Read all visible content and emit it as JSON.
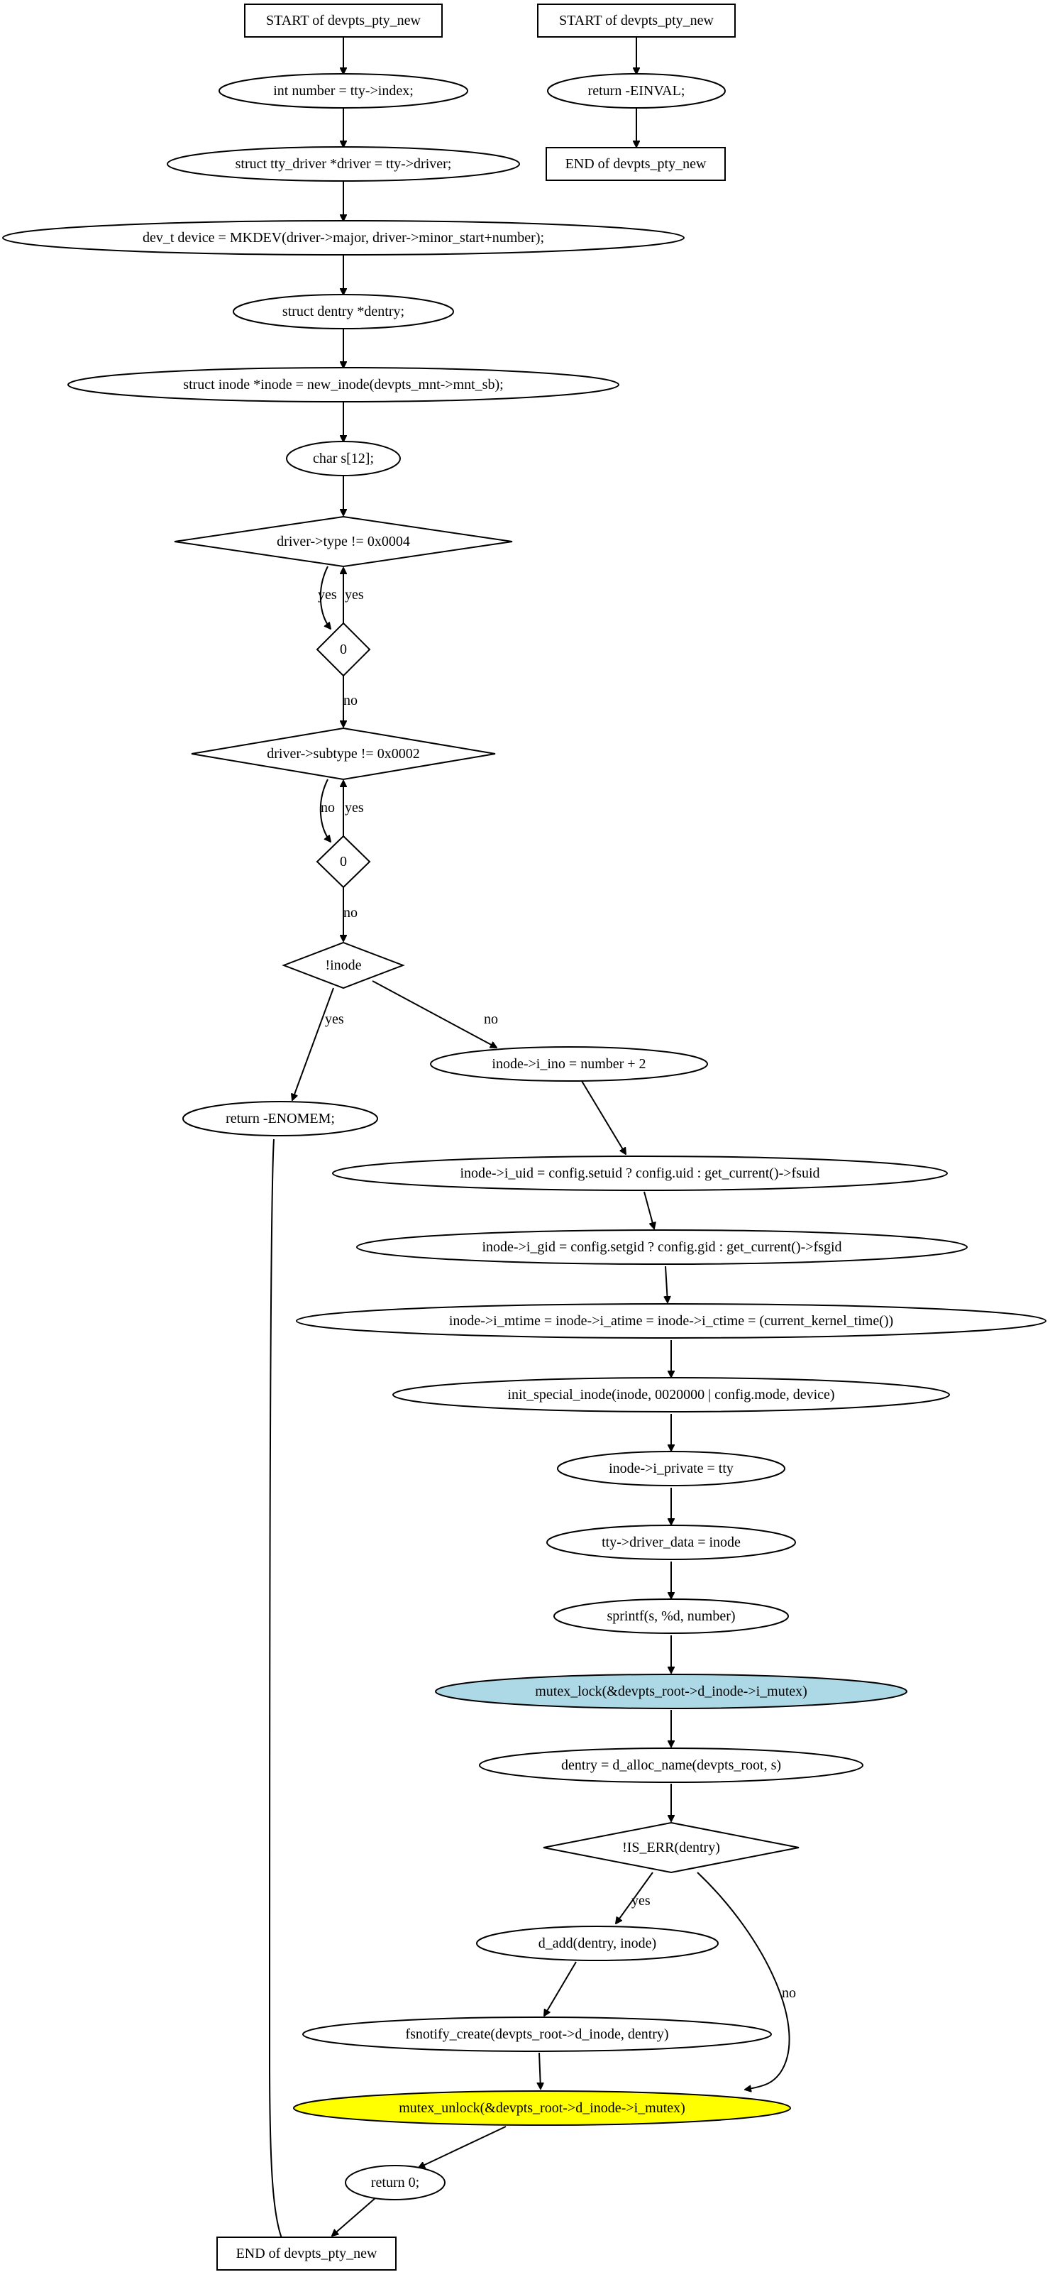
{
  "colors": {
    "default_fill": "#ffffff",
    "highlight_lock": "#add8e6",
    "highlight_unlock": "#ffff00",
    "stroke": "#000000"
  },
  "nodes": {
    "start_main": "START of devpts_pty_new",
    "start_alt": "START of devpts_pty_new",
    "ret_einval": "return -EINVAL;",
    "end_alt": "END of devpts_pty_new",
    "int_number": "int number = tty->index;",
    "driver_decl": "struct tty_driver *driver = tty->driver;",
    "device_decl": "dev_t device = MKDEV(driver->major, driver->minor_start+number);",
    "dentry_decl": "struct dentry *dentry;",
    "inode_decl": "struct inode *inode = new_inode(devpts_mnt->mnt_sb);",
    "char_s": "char s[12];",
    "cond_type": "driver->type != 0x0004",
    "zero_1": "0",
    "cond_subtype": "driver->subtype != 0x0002",
    "zero_2": "0",
    "cond_inode": "!inode",
    "ret_enomem": "return -ENOMEM;",
    "i_ino": "inode->i_ino = number + 2",
    "i_uid": "inode->i_uid = config.setuid ? config.uid : get_current()->fsuid",
    "i_gid": "inode->i_gid = config.setgid ? config.gid : get_current()->fsgid",
    "i_times": "inode->i_mtime = inode->i_atime = inode->i_ctime = (current_kernel_time())",
    "init_special": "init_special_inode(inode, 0020000 | config.mode, device)",
    "i_private": "inode->i_private = tty",
    "driver_data": "tty->driver_data = inode",
    "sprintf": "sprintf(s, %d, number)",
    "mutex_lock": "mutex_lock(&devpts_root->d_inode->i_mutex)",
    "d_alloc": "dentry = d_alloc_name(devpts_root, s)",
    "cond_is_err": "!IS_ERR(dentry)",
    "d_add": "d_add(dentry, inode)",
    "fsnotify": "fsnotify_create(devpts_root->d_inode, dentry)",
    "mutex_unlock": "mutex_unlock(&devpts_root->d_inode->i_mutex)",
    "ret_zero": "return 0;",
    "end_main": "END of devpts_pty_new"
  },
  "edge_labels": {
    "type_yes_down": "yes",
    "type_yes_up": "yes",
    "zero1_no": "no",
    "subtype_no_down": "no",
    "subtype_yes_up": "yes",
    "zero2_no": "no",
    "inode_yes": "yes",
    "inode_no": "no",
    "is_err_yes": "yes",
    "is_err_no": "no"
  }
}
